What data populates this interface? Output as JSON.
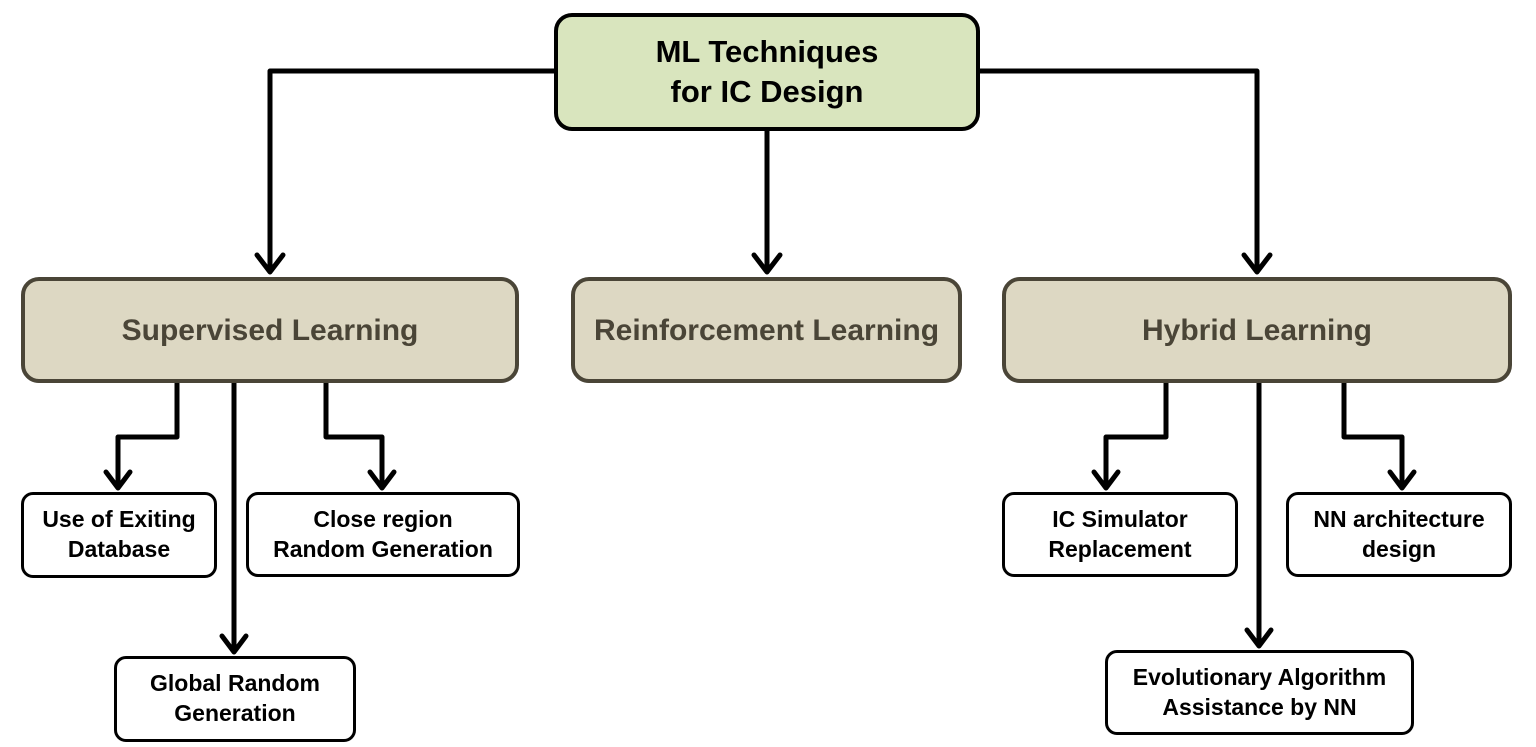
{
  "root": {
    "label": "ML Techniques\nfor IC Design"
  },
  "categories": {
    "supervised": {
      "label": "Supervised Learning"
    },
    "reinforcement": {
      "label": "Reinforcement Learning"
    },
    "hybrid": {
      "label": "Hybrid Learning"
    }
  },
  "supervised_children": {
    "use_existing_db": {
      "label": "Use of Exiting\nDatabase"
    },
    "close_region": {
      "label": "Close region\nRandom Generation"
    },
    "global_random": {
      "label": "Global Random\nGeneration"
    }
  },
  "hybrid_children": {
    "ic_simulator": {
      "label": "IC Simulator\nReplacement"
    },
    "nn_architecture": {
      "label": "NN architecture\ndesign"
    },
    "evolutionary": {
      "label": "Evolutionary Algorithm\nAssistance by NN"
    }
  },
  "colors": {
    "root_fill": "#d9e5be",
    "category_fill": "#ddd8c3",
    "category_text": "#4a4537",
    "leaf_fill": "#ffffff",
    "line": "#000000"
  }
}
